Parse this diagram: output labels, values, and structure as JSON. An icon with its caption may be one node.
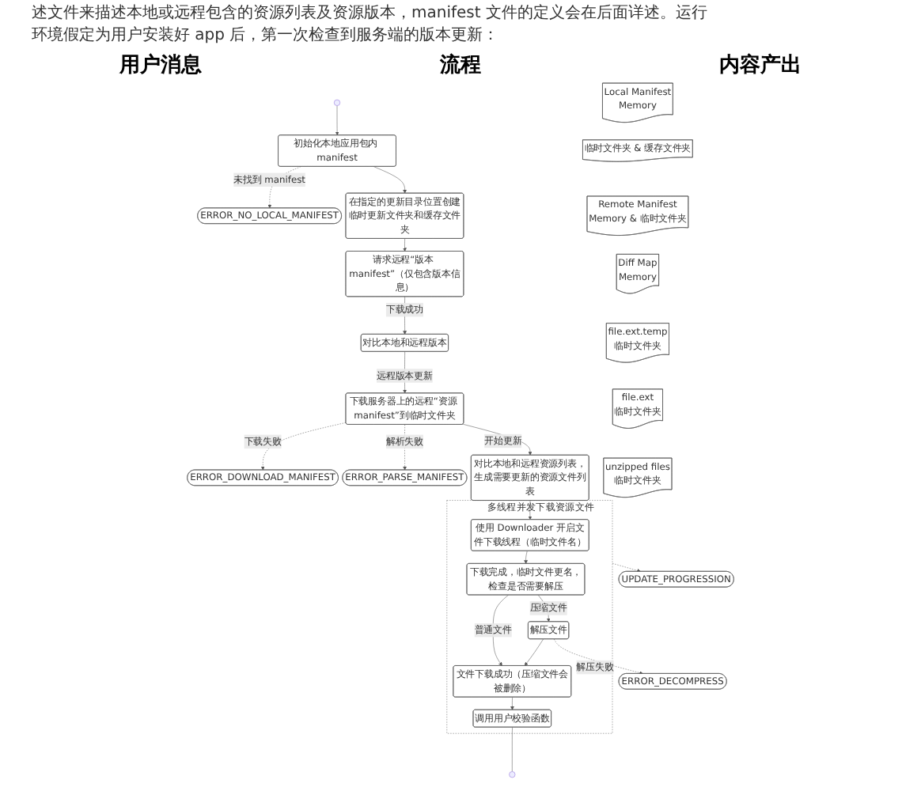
{
  "diagram": {
    "nodes": [
      {
        "text": [],
        "shape": "circle"
      },
      {
        "text": [
          "初始化本地应用包内 manifest"
        ]
      },
      {
        "text": [
          "ERROR_NO_LOCAL_MANIFEST"
        ]
      },
      {
        "text": [
          "在指定的更新目录位置创建临时更新文件夹和缓存文件夹"
        ]
      },
      {
        "text": [
          "请求远程“版本 manifest”（仅包含版本信息）"
        ]
      },
      {
        "text": [
          "对比本地和远程版本"
        ]
      },
      {
        "text": [
          "下载服务器上的远程“资源 manifest”到临时文件夹"
        ]
      },
      {
        "text": [
          "ERROR_DOWNLOAD_MANIFEST"
        ]
      },
      {
        "text": [
          "ERROR_PARSE_MANIFEST"
        ]
      },
      {
        "text": [
          "对比本地和远程资源列表，生成需要更新的资源文件列表"
        ]
      },
      {
        "text": [
          "多线程并发下载资源文件"
        ]
      },
      {
        "text": [
          "使用 Downloader 开启文件下载线程（临时文件名）"
        ],
        "in": 10
      },
      {
        "text": [
          "下载完成，临时文件更名，检查是否需要解压"
        ],
        "in": 10
      },
      {
        "text": [
          "解压文件"
        ],
        "in": 10
      },
      {
        "text": [
          "ERROR_DECOMPRESS"
        ]
      },
      {
        "text": [
          "文件下载成功（压缩文件会被删除）"
        ],
        "in": 10
      },
      {
        "text": [
          "调用用户校验函数"
        ],
        "in": 10
      },
      {
        "text": [
          "UPDATE_PROGRESSION"
        ]
      },
      {
        "text": [
          "Local Manifest",
          "Memory"
        ]
      },
      {
        "text": [
          "临时文件夹 & 缓存文件夹"
        ]
      },
      {
        "text": [
          "Remote Manifest",
          "Memory & 临时文件夹"
        ]
      },
      {
        "text": [
          "Diff Map",
          "Memory"
        ]
      },
      {
        "text": [
          "file.ext.temp",
          "临时文件夹"
        ]
      },
      {
        "text": [
          "file.ext",
          "临时文件夹"
        ]
      },
      {
        "text": [
          "unzipped files",
          "临时文件夹"
        ]
      }
    ],
    "edges": [
      {
        "from": 0,
        "to": 1,
        "arrow": "to"
      },
      {
        "from": 1,
        "to": 2,
        "arrow": "to",
        "label": "未找到 manifest",
        "style": "dashed"
      },
      {
        "from": 1,
        "to": 3,
        "arrow": "to"
      },
      {
        "from": 3,
        "to": 4,
        "arrow": "to"
      },
      {
        "from": 4,
        "to": 5,
        "arrow": "to",
        "label": "下载成功"
      },
      {
        "from": 5,
        "to": 6,
        "arrow": "to",
        "label": "远程版本更新"
      },
      {
        "from": 6,
        "to": 7,
        "arrow": "to",
        "label": "下载失败",
        "style": "dashed"
      },
      {
        "from": 6,
        "to": 8,
        "arrow": "to",
        "label": "解析失败",
        "style": "dashed"
      },
      {
        "from": 6,
        "to": 9,
        "arrow": "to",
        "label": "开始更新"
      },
      {
        "from": 9,
        "to": 11,
        "arrow": "to"
      },
      {
        "from": 11,
        "to": 12,
        "arrow": "to"
      },
      {
        "from": 12,
        "to": 13,
        "arrow": "to",
        "label": "压缩文件"
      },
      {
        "from": 13,
        "to": 14,
        "arrow": "to",
        "label": "解压失败",
        "style": "dashed"
      },
      {
        "from": 12,
        "to": 15,
        "arrow": "to",
        "label": "普通文件"
      },
      {
        "from": 13,
        "to": 15,
        "arrow": "to"
      },
      {
        "from": 15,
        "to": 16,
        "arrow": "to"
      },
      {
        "from": 16,
        "to": null,
        "arrow": "none"
      },
      {
        "from": 10,
        "to": 17,
        "arrow": "to",
        "style": "dashed"
      }
    ],
    "labels": [
      "述文件来描述本地或远程包含的资源列表及资源版本，manifest 文件的定义会在后面详述。运行",
      "环境假定为用户安装好 app 后，第一次检查到服务端的版本更新：",
      "用户消息",
      "流程",
      "内容产出"
    ]
  }
}
